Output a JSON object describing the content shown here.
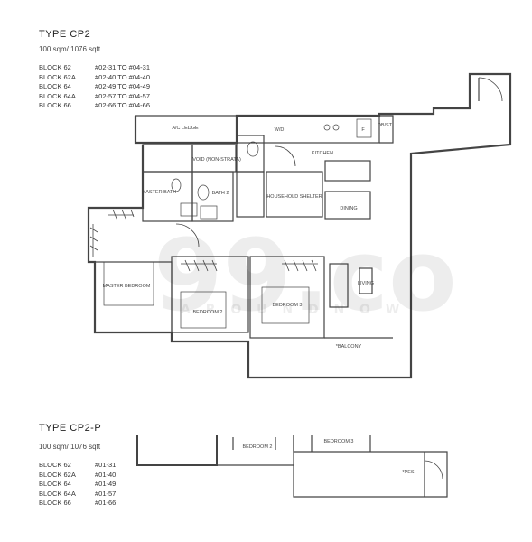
{
  "cp2": {
    "title": "TYPE CP2",
    "area": "100 sqm/ 1076 sqft",
    "blocks": [
      {
        "block": "BLOCK 62",
        "units": "#02-31 TO #04-31"
      },
      {
        "block": "BLOCK 62A",
        "units": "#02-40 TO #04-40"
      },
      {
        "block": "BLOCK 64",
        "units": "#02-49 TO #04-49"
      },
      {
        "block": "BLOCK 64A",
        "units": "#02-57 TO #04-57"
      },
      {
        "block": "BLOCK 66",
        "units": "#02-66 TO #04-66"
      }
    ],
    "rooms": {
      "ac_ledge": "A/C LEDGE",
      "void": "VOID (NON-STRATA)",
      "wd": "W/D",
      "db_st": "DB/ST",
      "f": "F",
      "kitchen": "KITCHEN",
      "master_bath": "MASTER BATH",
      "bath2": "BATH 2",
      "household_shelter": "HOUSEHOLD SHELTER",
      "dining": "DINING",
      "master_bedroom": "MASTER BEDROOM",
      "bedroom2": "BEDROOM 2",
      "bedroom3": "BEDROOM 3",
      "living": "LIVING",
      "balcony": "*BALCONY"
    }
  },
  "cp2p": {
    "title": "TYPE CP2-P",
    "area": "100 sqm/ 1076 sqft",
    "blocks": [
      {
        "block": "BLOCK 62",
        "units": "#01-31"
      },
      {
        "block": "BLOCK 62A",
        "units": "#01-40"
      },
      {
        "block": "BLOCK 64",
        "units": "#01-49"
      },
      {
        "block": "BLOCK 64A",
        "units": "#01-57"
      },
      {
        "block": "BLOCK 66",
        "units": "#01-66"
      }
    ],
    "rooms": {
      "bedroom2": "BEDROOM 2",
      "bedroom3": "BEDROOM 3",
      "pes": "*PES"
    }
  },
  "watermark": {
    "logo": "99.co",
    "tagline": "A R O U N D  N O W"
  }
}
